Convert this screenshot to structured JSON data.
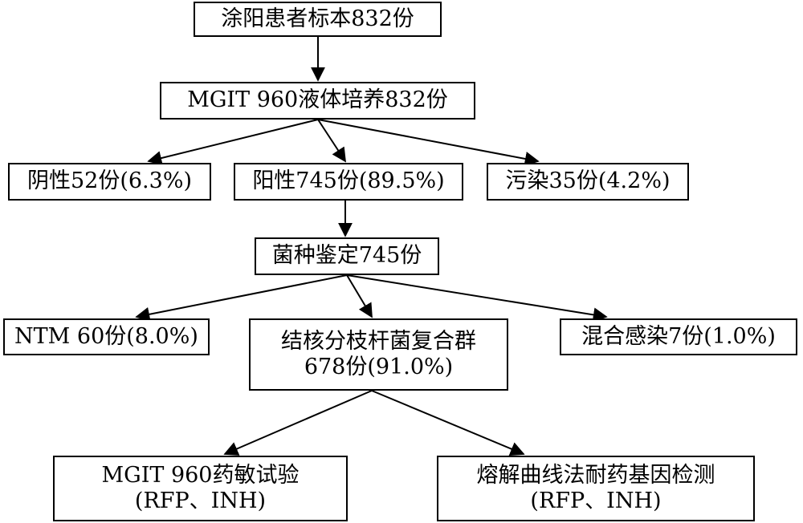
{
  "nodes": {
    "specimens": {
      "line1": "涂阳患者标本832份"
    },
    "culture": {
      "line1": "MGIT 960液体培养832份"
    },
    "negative": {
      "line1": "阴性52份(6.3%)"
    },
    "positive": {
      "line1": "阳性745份(89.5%)"
    },
    "contaminated": {
      "line1": "污染35份(4.2%)"
    },
    "identification": {
      "line1": "菌种鉴定745份"
    },
    "ntm": {
      "line1": "NTM 60份(8.0%)"
    },
    "mtbc": {
      "line1": "结核分枝杆菌复合群",
      "line2": "678份(91.0%)"
    },
    "mixed": {
      "line1": "混合感染7份(1.0%)"
    },
    "dst": {
      "line1": "MGIT 960药敏试验",
      "line2": "(RFP、INH)"
    },
    "melting": {
      "line1": "熔解曲线法耐药基因检测",
      "line2": "(RFP、INH)"
    }
  },
  "edges": [
    [
      "specimens",
      "culture"
    ],
    [
      "culture",
      "negative"
    ],
    [
      "culture",
      "positive"
    ],
    [
      "culture",
      "contaminated"
    ],
    [
      "positive",
      "identification"
    ],
    [
      "identification",
      "ntm"
    ],
    [
      "identification",
      "mtbc"
    ],
    [
      "identification",
      "mixed"
    ],
    [
      "mtbc",
      "dst"
    ],
    [
      "mtbc",
      "melting"
    ]
  ]
}
